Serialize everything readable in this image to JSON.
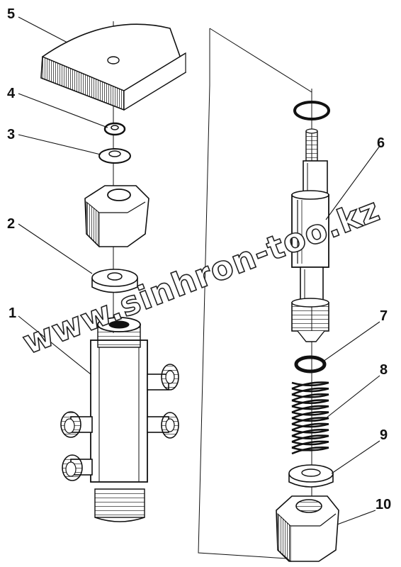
{
  "callouts": {
    "c1": "1",
    "c2": "2",
    "c3": "3",
    "c4": "4",
    "c5": "5",
    "c6": "6",
    "c7": "7",
    "c8": "8",
    "c9": "9",
    "c10": "10"
  },
  "watermark": "www.sinhron-too.kz",
  "colors": {
    "ink": "#1a1a1a",
    "paper": "#ffffff"
  }
}
